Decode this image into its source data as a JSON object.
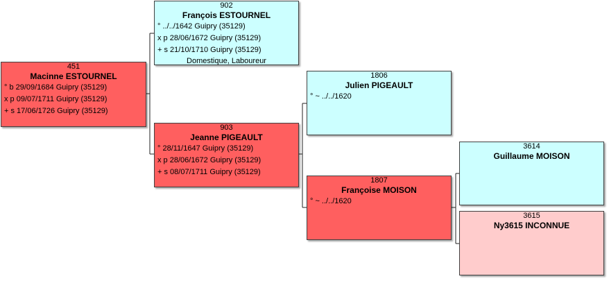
{
  "persons": {
    "p451": {
      "num": "451",
      "name": "Macinne ESTOURNEL",
      "events": [
        "° b 29/09/1684 Guipry (35129)",
        "x p 09/07/1711 Guipry (35129)",
        "+ s 17/06/1726 Guipry (35129)"
      ]
    },
    "p902": {
      "num": "902",
      "name": "François ESTOURNEL",
      "events": [
        "° ../../1642 Guipry (35129)",
        "x p 28/06/1672 Guipry (35129)",
        "+ s 21/10/1710 Guipry (35129)"
      ],
      "occupation": "Domestique, Laboureur"
    },
    "p903": {
      "num": "903",
      "name": "Jeanne PIGEAULT",
      "events": [
        "° 28/11/1647 Guipry (35129)",
        "x p 28/06/1672 Guipry (35129)",
        "+ s 08/07/1711 Guipry (35129)"
      ]
    },
    "p1806": {
      "num": "1806",
      "name": "Julien PIGEAULT",
      "events": [
        "° ~ ../../1620"
      ]
    },
    "p1807": {
      "num": "1807",
      "name": "Françoise MOISON",
      "events": [
        "° ~ ../../1620"
      ]
    },
    "p3614": {
      "num": "3614",
      "name": "Guillaume MOISON"
    },
    "p3615": {
      "num": "3615",
      "name": "Ny3615 INCONNUE"
    }
  },
  "colors": {
    "female": "#ff5f5f",
    "male": "#ccffff",
    "unknown": "#ffcccc"
  }
}
